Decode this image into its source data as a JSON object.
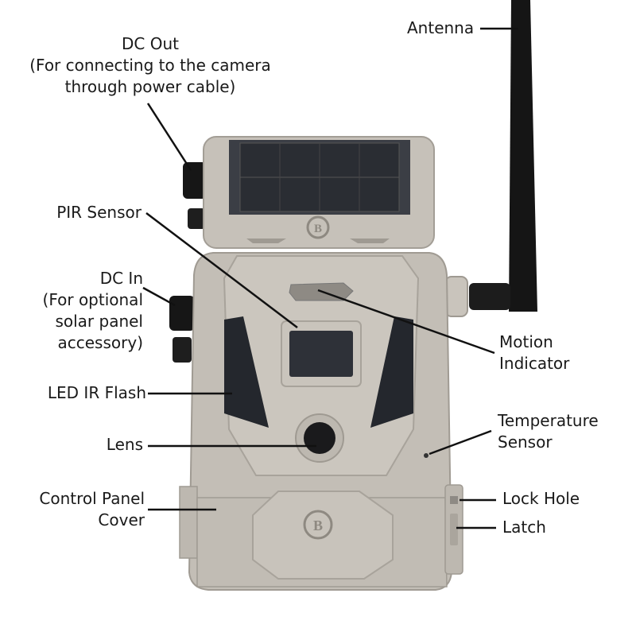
{
  "colors": {
    "body": "#c3beb6",
    "body_light": "#d2cdc5",
    "body_dark": "#9f9a92",
    "panel": "#2e3138",
    "black": "#141414",
    "leader": "#111111"
  },
  "labels": {
    "antenna": [
      "Antenna"
    ],
    "dc_out": [
      "DC Out",
      "(For connecting to the camera",
      "through power cable)"
    ],
    "pir_sensor": [
      "PIR Sensor"
    ],
    "dc_in": [
      "DC In",
      "(For optional",
      "solar panel",
      "accessory)"
    ],
    "motion_indicator": [
      "Motion",
      "Indicator"
    ],
    "led_ir_flash": [
      "LED IR Flash"
    ],
    "temperature_sensor": [
      "Temperature",
      "Sensor"
    ],
    "lens": [
      "Lens"
    ],
    "control_panel_cover": [
      "Control Panel",
      "Cover"
    ],
    "lock_hole": [
      "Lock Hole"
    ],
    "latch": [
      "Latch"
    ]
  }
}
